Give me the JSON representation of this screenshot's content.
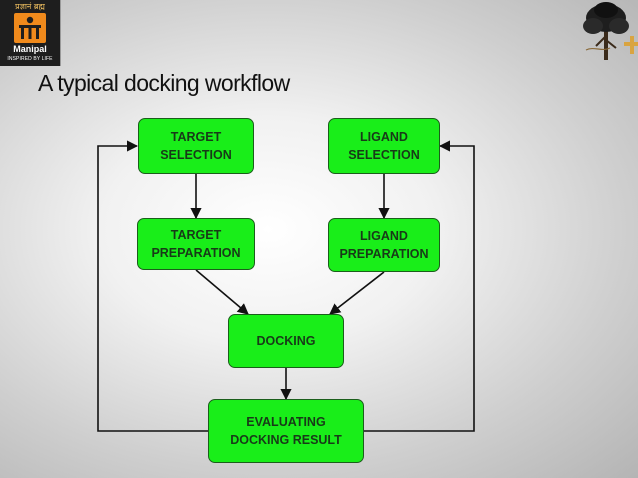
{
  "header": {
    "logo_left": {
      "script_text": "प्रज्ञानं ब्रह्म",
      "wordmark": "Manipal",
      "tagline": "INSPIRED BY LIFE"
    }
  },
  "slide": {
    "title": "A typical docking workflow"
  },
  "diagram": {
    "nodes": [
      {
        "id": "target_selection",
        "label": "TARGET\nSELECTION"
      },
      {
        "id": "ligand_selection",
        "label": "LIGAND\nSELECTION"
      },
      {
        "id": "target_preparation",
        "label": "TARGET\nPREPARATION"
      },
      {
        "id": "ligand_preparation",
        "label": "LIGAND\nPREPARATION"
      },
      {
        "id": "docking",
        "label": "DOCKING"
      },
      {
        "id": "evaluating",
        "label": "EVALUATING\nDOCKING RESULT"
      }
    ],
    "edges": [
      {
        "from": "target_selection",
        "to": "target_preparation"
      },
      {
        "from": "ligand_selection",
        "to": "ligand_preparation"
      },
      {
        "from": "target_preparation",
        "to": "docking"
      },
      {
        "from": "ligand_preparation",
        "to": "docking"
      },
      {
        "from": "docking",
        "to": "evaluating"
      },
      {
        "from": "evaluating",
        "to": "target_selection",
        "kind": "feedback-loop-left"
      },
      {
        "from": "evaluating",
        "to": "ligand_selection",
        "kind": "feedback-loop-right"
      }
    ],
    "colors": {
      "node_fill": "#19ee19",
      "node_border": "#1b5e1b",
      "node_text": "#183a18",
      "connector": "#111111"
    }
  }
}
